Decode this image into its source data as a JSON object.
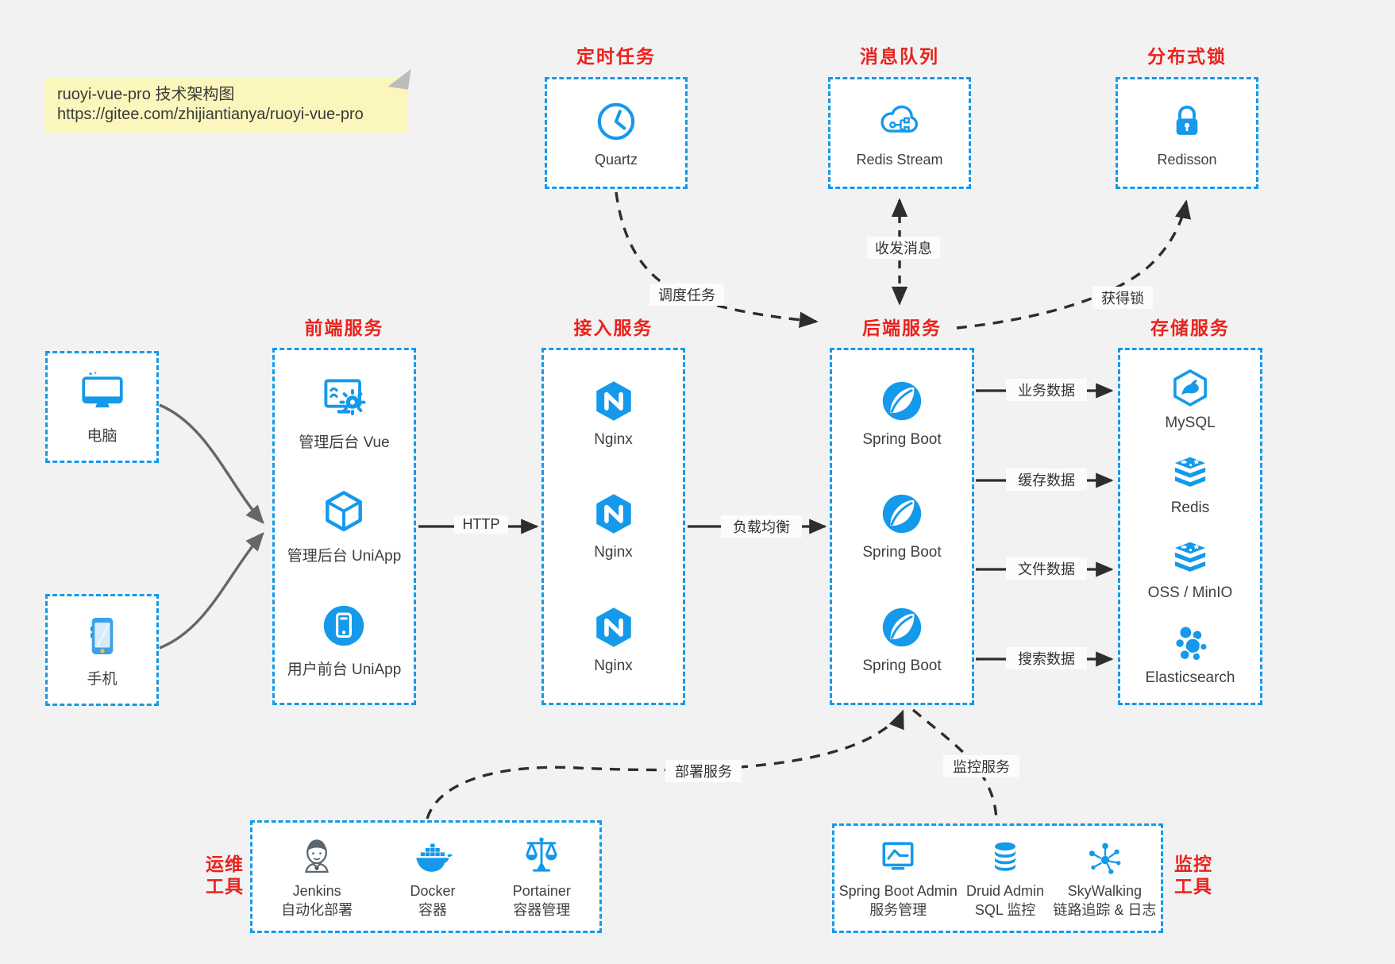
{
  "note": {
    "line1": "ruoyi-vue-pro 技术架构图",
    "line2": "https://gitee.com/zhijiantianya/ruoyi-vue-pro"
  },
  "top_sections": [
    {
      "title": "定时任务",
      "item": {
        "icon": "clock-icon",
        "label": "Quartz"
      }
    },
    {
      "title": "消息队列",
      "item": {
        "icon": "mq-cloud-icon",
        "label": "Redis Stream"
      }
    },
    {
      "title": "分布式锁",
      "item": {
        "icon": "lock-icon",
        "label": "Redisson"
      }
    }
  ],
  "clients": [
    {
      "icon": "computer-icon",
      "label": "电脑"
    },
    {
      "icon": "phone-icon",
      "label": "手机"
    }
  ],
  "frontend": {
    "title": "前端服务",
    "items": [
      {
        "icon": "admin-vue-icon",
        "label": "管理后台 Vue"
      },
      {
        "icon": "uniapp-cube-icon",
        "label": "管理后台 UniApp"
      },
      {
        "icon": "user-app-icon",
        "label": "用户前台 UniApp"
      }
    ]
  },
  "access": {
    "title": "接入服务",
    "items": [
      {
        "icon": "nginx-icon",
        "label": "Nginx"
      },
      {
        "icon": "nginx-icon",
        "label": "Nginx"
      },
      {
        "icon": "nginx-icon",
        "label": "Nginx"
      }
    ]
  },
  "backend": {
    "title": "后端服务",
    "items": [
      {
        "icon": "spring-boot-icon",
        "label": "Spring Boot"
      },
      {
        "icon": "spring-boot-icon",
        "label": "Spring Boot"
      },
      {
        "icon": "spring-boot-icon",
        "label": "Spring Boot"
      }
    ]
  },
  "storage": {
    "title": "存储服务",
    "items": [
      {
        "icon": "mysql-icon",
        "label": "MySQL"
      },
      {
        "icon": "redis-icon",
        "label": "Redis"
      },
      {
        "icon": "oss-minio-icon",
        "label": "OSS / MinIO"
      },
      {
        "icon": "elasticsearch-icon",
        "label": "Elasticsearch"
      }
    ]
  },
  "edges": {
    "http": "HTTP",
    "load_balance": "负载均衡",
    "schedule": "调度任务",
    "messaging": "收发消息",
    "lock": "获得锁",
    "deploy": "部署服务",
    "monitor": "监控服务",
    "business_data": "业务数据",
    "cache_data": "缓存数据",
    "file_data": "文件数据",
    "search_data": "搜索数据"
  },
  "ops": {
    "title_line1": "运维",
    "title_line2": "工具",
    "items": [
      {
        "icon": "jenkins-icon",
        "label": "Jenkins",
        "sub": "自动化部署"
      },
      {
        "icon": "docker-icon",
        "label": "Docker",
        "sub": "容器"
      },
      {
        "icon": "portainer-icon",
        "label": "Portainer",
        "sub": "容器管理"
      }
    ]
  },
  "monitoring": {
    "title_line1": "监控",
    "title_line2": "工具",
    "items": [
      {
        "icon": "spring-boot-admin-icon",
        "label": "Spring Boot Admin",
        "sub": "服务管理"
      },
      {
        "icon": "druid-icon",
        "label": "Druid Admin",
        "sub": "SQL 监控"
      },
      {
        "icon": "skywalking-icon",
        "label": "SkyWalking",
        "sub": "链路追踪 & 日志"
      }
    ]
  },
  "colors": {
    "accent_blue": "#1499eb",
    "title_red": "#e8231d",
    "arrow_dark": "#2d2d2d",
    "arrow_gray": "#666666",
    "note_yellow": "#fbf6bb",
    "background": "#f2f2f2"
  }
}
